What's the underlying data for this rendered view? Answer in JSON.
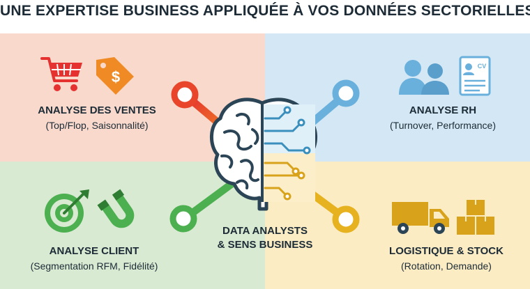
{
  "header": {
    "title": "UNE EXPERTISE BUSINESS APPLIQUÉE À VOS DONNÉES SECTORIELLES"
  },
  "center": {
    "line1": "DATA ANALYSTS",
    "line2": "& SENS BUSINESS"
  },
  "quadrants": {
    "sales": {
      "title": "ANALYSE DES VENTES",
      "subtitle": "(Top/Flop, Saisonnalité)",
      "color": "#f8d9cc",
      "accent": "#e5312f"
    },
    "hr": {
      "title": "ANALYSE RH",
      "subtitle": "(Turnover, Performance)",
      "color": "#d3e8f4",
      "accent": "#6ab0dc"
    },
    "client": {
      "title": "ANALYSE CLIENT",
      "subtitle": "(Segmentation RFM, Fidélité)",
      "color": "#d9ead2",
      "accent": "#4caf50"
    },
    "logistics": {
      "title": "LOGISTIQUE & STOCK",
      "subtitle": "(Rotation, Demande)",
      "color": "#fbecc3",
      "accent": "#e7b21f"
    }
  },
  "icons": {
    "sales": [
      "shopping-cart-icon",
      "price-tag-icon"
    ],
    "hr": [
      "people-icon",
      "cv-document-icon"
    ],
    "client": [
      "target-icon",
      "magnet-icon"
    ],
    "logistics": [
      "truck-icon",
      "boxes-icon"
    ],
    "center": "brain-icon"
  },
  "tag_symbol": "$",
  "cv_text": "CV"
}
